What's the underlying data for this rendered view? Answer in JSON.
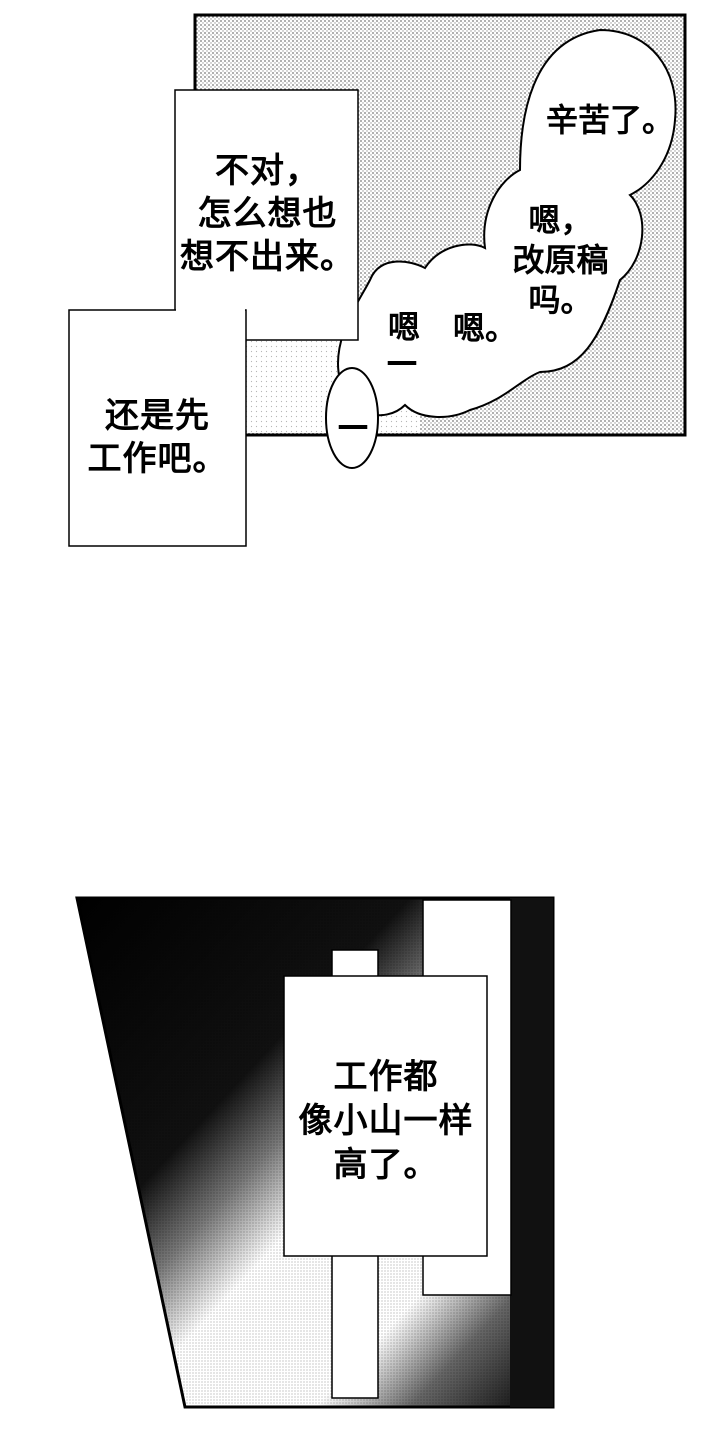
{
  "panel1": {
    "caption_left_top": "不对，\n怎么想也\n想不出来。",
    "caption_left_bottom": "还是先\n工作吧。",
    "bubble_top": "辛苦了。",
    "bubble_middle": "嗯，\n改原稿\n吗。",
    "bubble_small": "嗯。",
    "bubble_vertical": "嗯—",
    "bubble_dash": "—",
    "colors": {
      "screentone": "#cfcfcf",
      "ink": "#000000",
      "paper": "#ffffff"
    }
  },
  "panel2": {
    "caption_center": "工作都\n像小山一样\n高了。",
    "colors": {
      "dark": "#111111",
      "paper": "#ffffff"
    }
  }
}
